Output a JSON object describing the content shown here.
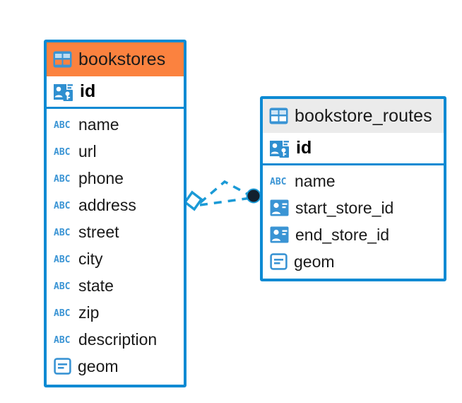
{
  "diagram": {
    "type": "entity-relationship-diagram",
    "background": "#ffffff",
    "colors": {
      "border": "#0d8ad3",
      "accent_orange": "#fb823f",
      "accent_grey": "#ebebeb",
      "icon_blue": "#3a94d4",
      "text": "#1a1a1a",
      "relationship_line": "#1b9ad6",
      "relationship_endpoint": "#0d1b2a"
    }
  },
  "tables": [
    {
      "name": "bookstores",
      "header_style": "accent-orange",
      "primary_key": {
        "label": "id",
        "icon": "primary-key-icon"
      },
      "fields": [
        {
          "label": "name",
          "icon": "abc-text-icon"
        },
        {
          "label": "url",
          "icon": "abc-text-icon"
        },
        {
          "label": "phone",
          "icon": "abc-text-icon"
        },
        {
          "label": "address",
          "icon": "abc-text-icon"
        },
        {
          "label": "street",
          "icon": "abc-text-icon"
        },
        {
          "label": "city",
          "icon": "abc-text-icon"
        },
        {
          "label": "state",
          "icon": "abc-text-icon"
        },
        {
          "label": "zip",
          "icon": "abc-text-icon"
        },
        {
          "label": "description",
          "icon": "abc-text-icon"
        },
        {
          "label": "geom",
          "icon": "geometry-icon"
        }
      ]
    },
    {
      "name": "bookstore_routes",
      "header_style": "accent-grey",
      "primary_key": {
        "label": "id",
        "icon": "primary-key-icon"
      },
      "fields": [
        {
          "label": "name",
          "icon": "abc-text-icon"
        },
        {
          "label": "start_store_id",
          "icon": "foreign-key-icon"
        },
        {
          "label": "end_store_id",
          "icon": "foreign-key-icon"
        },
        {
          "label": "geom",
          "icon": "geometry-icon"
        }
      ]
    }
  ],
  "relationship": {
    "from_table": "bookstores",
    "to_table": "bookstore_routes",
    "line_style": "dashed",
    "source_marker": "open-diamond",
    "target_marker": "filled-circle"
  }
}
